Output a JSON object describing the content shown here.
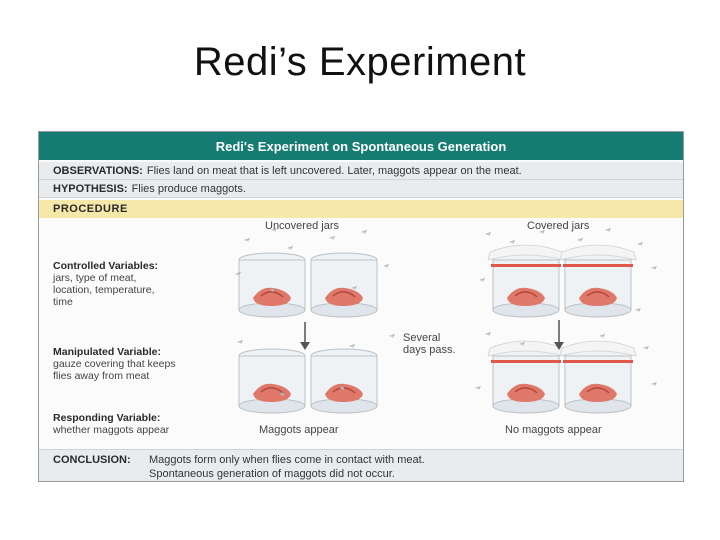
{
  "slide": {
    "title": "Redi’s Experiment"
  },
  "figure": {
    "header": "Redi's Experiment on Spontaneous Generation",
    "observations": {
      "label": "OBSERVATIONS:",
      "text": "Flies land on meat that is left uncovered. Later, maggots appear on the meat."
    },
    "hypothesis": {
      "label": "HYPOTHESIS:",
      "text": "Flies produce maggots."
    },
    "procedure": {
      "label": "PROCEDURE"
    },
    "controlled": {
      "heading": "Controlled Variables:",
      "l1": "jars, type of meat,",
      "l2": "location, temperature,",
      "l3": "time"
    },
    "manipulated": {
      "heading": "Manipulated Variable:",
      "l1": "gauze covering that keeps",
      "l2": "flies away from meat"
    },
    "responding": {
      "heading": "Responding Variable:",
      "l1": "whether maggots appear"
    },
    "uncovered_label": "Uncovered jars",
    "covered_label": "Covered jars",
    "several_days": {
      "l1": "Several",
      "l2": "days pass."
    },
    "result_uncovered": "Maggots appear",
    "result_covered": "No maggots appear",
    "conclusion": {
      "label": "CONCLUSION:",
      "l1": "Maggots form only when flies come in contact with meat.",
      "l2": "Spontaneous generation of maggots did not occur."
    },
    "colors": {
      "header": "#157b73",
      "procedure_band": "#f6e8a8",
      "gauze_band": "#e0584a",
      "meat": "#e0786a"
    }
  }
}
